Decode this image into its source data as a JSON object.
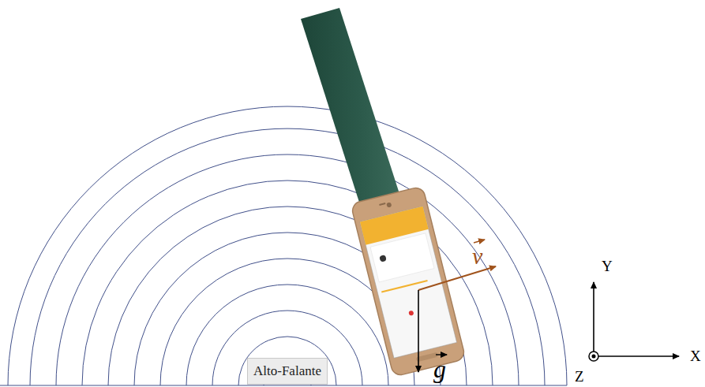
{
  "diagram": {
    "nodes": [
      {
        "text": [
          "Alto-Falante"
        ]
      }
    ],
    "labels": [
      "v",
      "g",
      "Y",
      "X",
      "Z"
    ]
  }
}
